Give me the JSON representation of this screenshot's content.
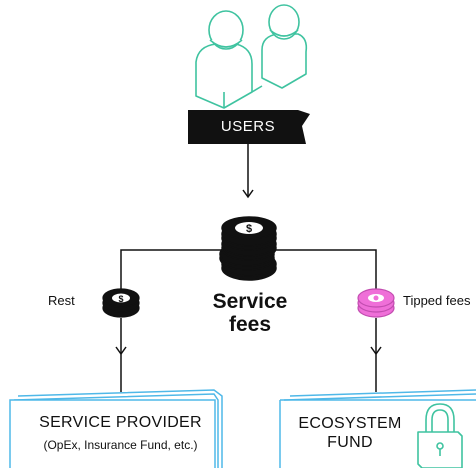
{
  "users": {
    "label": "USERS"
  },
  "center": {
    "line1": "Service",
    "line2": "fees"
  },
  "left_branch": {
    "label": "Rest"
  },
  "right_branch": {
    "label": "Tipped fees"
  },
  "service_provider": {
    "title": "SERVICE PROVIDER",
    "subtitle": "(OpEx, Insurance Fund, etc.)"
  },
  "ecosystem_fund": {
    "line1": "ECOSYSTEM",
    "line2": "FUND"
  },
  "colors": {
    "people_outline": "#3fc3a0",
    "box_outline": "#4fb8e8",
    "token_pink": "#ef6fd8",
    "black": "#111111"
  },
  "icons": [
    "users-icon",
    "coin-stack-icon",
    "dollar-coin-icon",
    "tipped-coin-icon",
    "padlock-icon"
  ]
}
